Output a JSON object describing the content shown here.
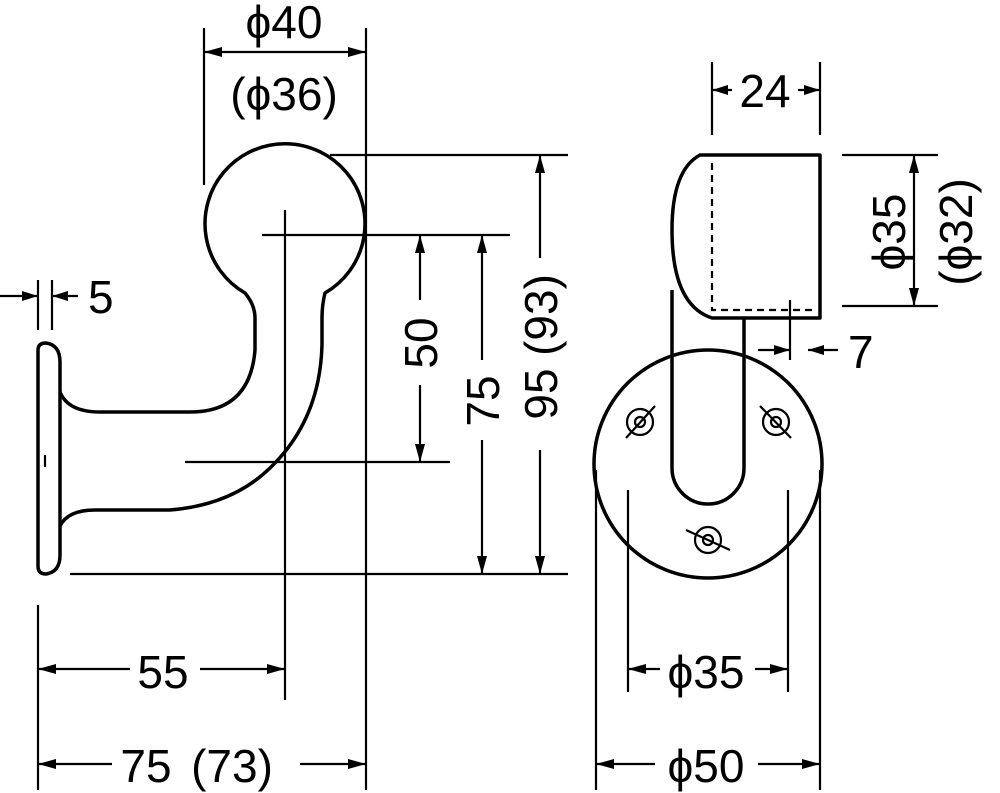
{
  "side_view": {
    "head_diameter": "ϕ40",
    "head_diameter_alt": "(ϕ36)",
    "plate_thickness": "5",
    "center_to_bottom": "50",
    "height_to_center": "75",
    "total_height": "95",
    "total_height_alt": "(93)",
    "projection_to_center": "55",
    "total_projection": "75",
    "total_projection_alt": "(73)"
  },
  "front_view": {
    "saddle_width": "24",
    "saddle_diameter": "ϕ35",
    "saddle_diameter_alt": "(ϕ32)",
    "offset": "7",
    "hole_pitch": "ϕ35",
    "base_diameter": "ϕ50"
  }
}
